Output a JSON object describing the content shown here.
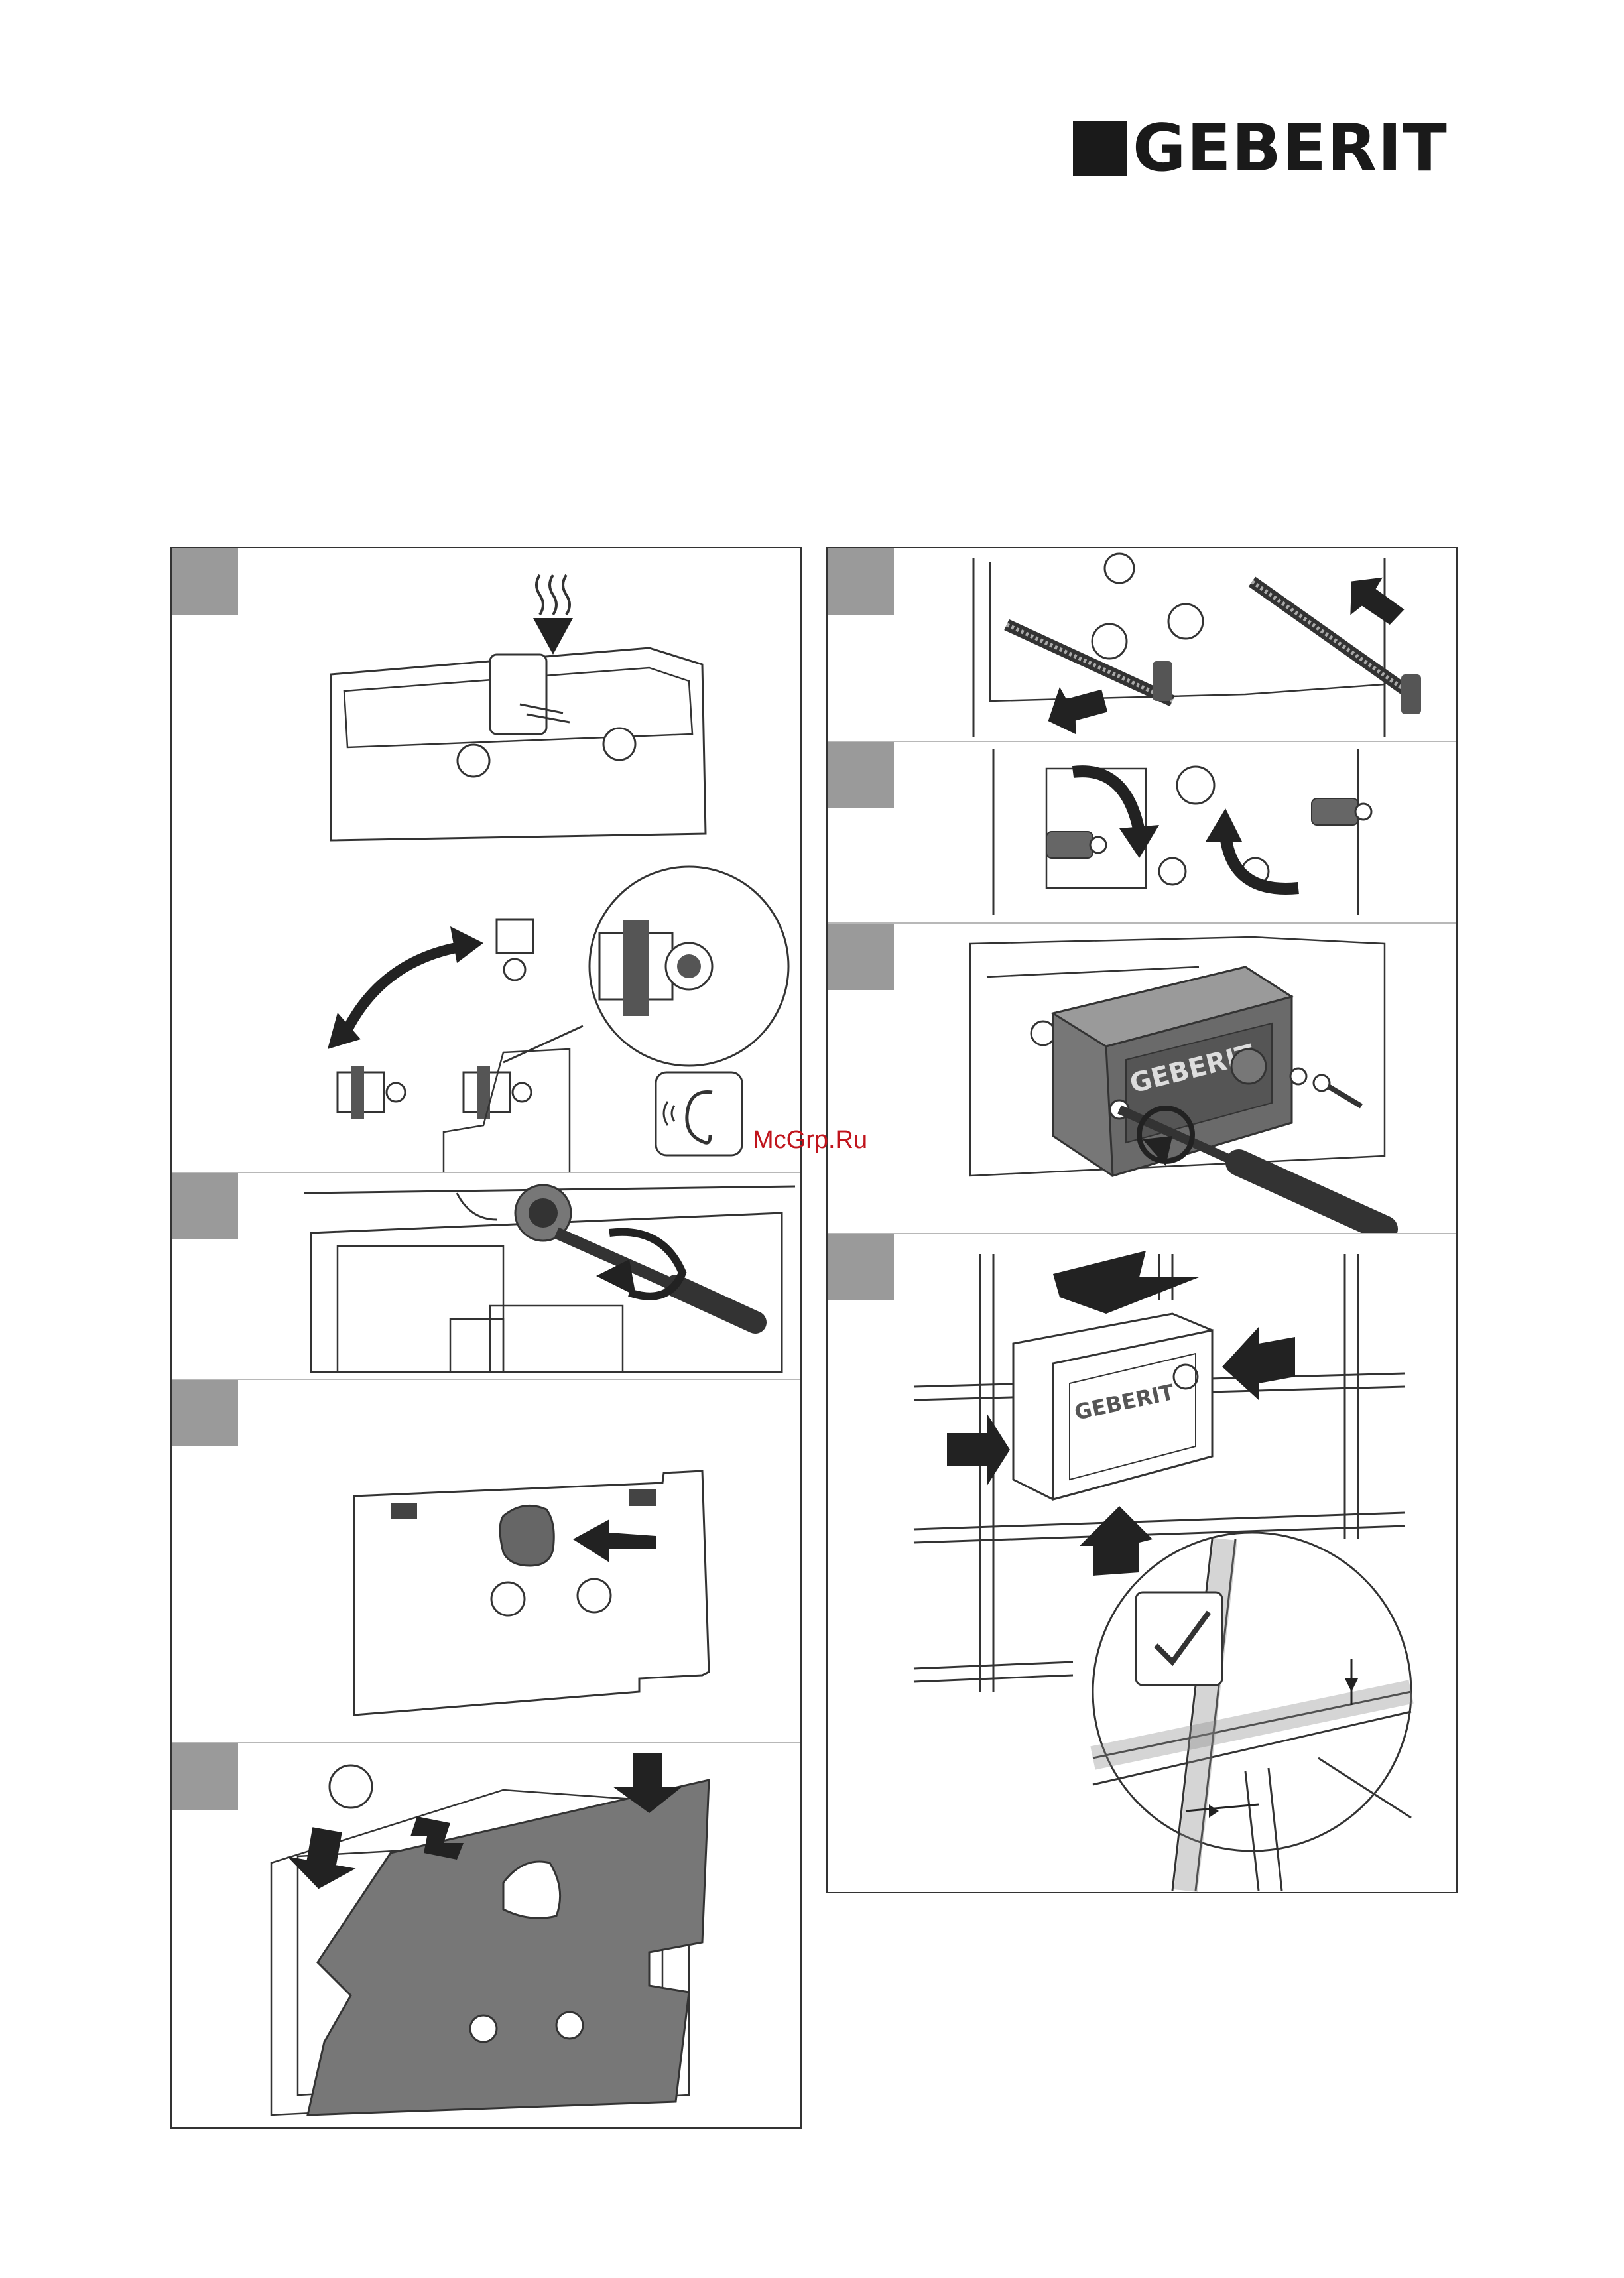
{
  "brand": {
    "name": "GEBERIT"
  },
  "watermark": {
    "text": "McGrp.Ru"
  },
  "figures": {
    "step_count_left": 5,
    "step_count_right": 4,
    "panel_logo_text": "GEBERIT"
  },
  "colors": {
    "step_badge": "#9a9a9a",
    "dark_grey_part": "#6a6a6a",
    "line": "#333333",
    "watermark": "#c0141c"
  }
}
